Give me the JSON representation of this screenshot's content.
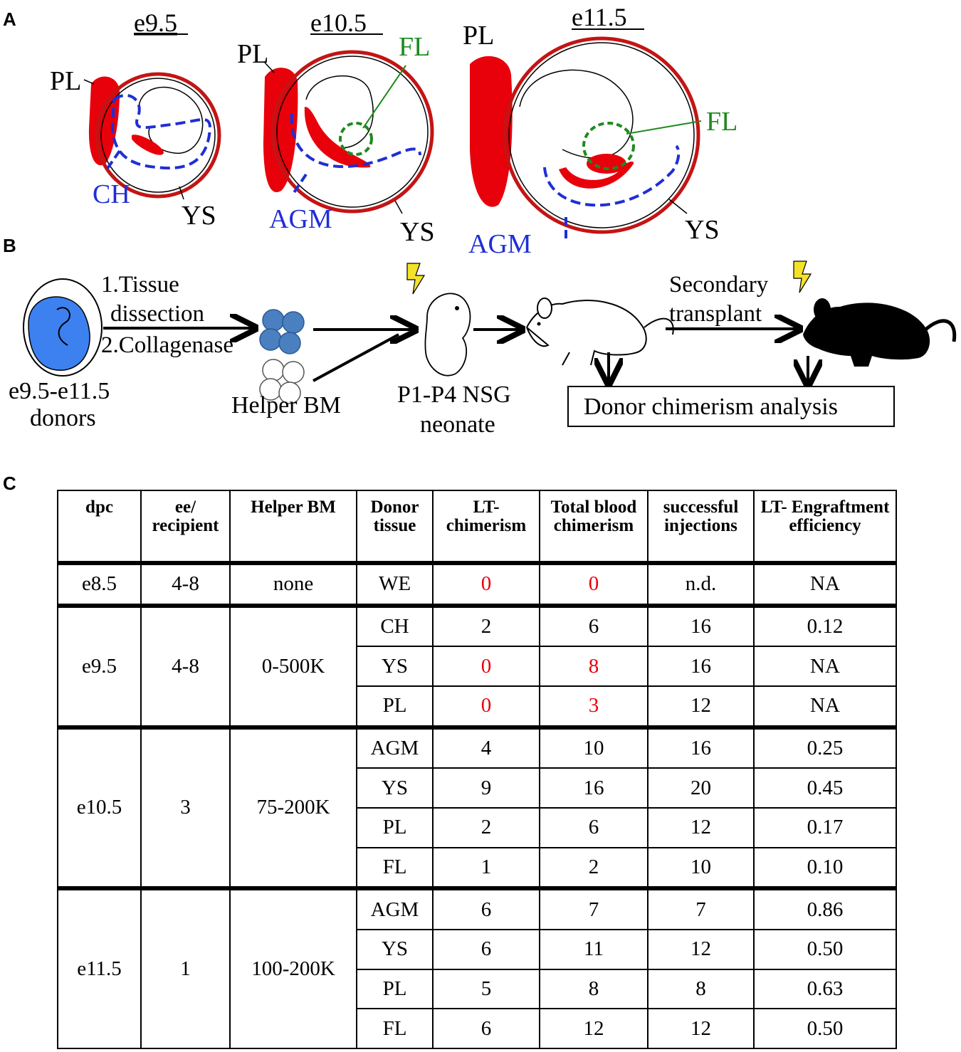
{
  "panels": {
    "a": "A",
    "b": "B",
    "c": "C"
  },
  "panel_a": {
    "stage_labels": [
      "e9.5",
      "e10.5",
      "e11.5"
    ],
    "tissue_labels": {
      "pl": "PL",
      "ch": "CH",
      "ys": "YS",
      "agm": "AGM",
      "fl": "FL"
    }
  },
  "panel_b": {
    "donor_label": [
      "e9.5-e11.5",
      "donors"
    ],
    "steps": [
      "1.Tissue",
      "dissection",
      "2.Collagenase"
    ],
    "helper_label": "Helper BM",
    "neonate_label": [
      "P1-P4 NSG",
      "neonate"
    ],
    "secondary_label": [
      "Secondary",
      "transplant"
    ],
    "analysis_label": "Donor chimerism analysis"
  },
  "colors": {
    "red": "#e8000b",
    "blue": "#1f2ed6",
    "green": "#1e8a1e",
    "donor_blue": "#3d80f0",
    "cell_blue": "#4a7fc0"
  },
  "table": {
    "headers": [
      "dpc",
      "ee/ recipient",
      "Helper BM",
      "Donor tissue",
      "LT- chimerism",
      "Total blood chimerism",
      "successful injections",
      "LT- Engraftment efficiency"
    ],
    "groups": [
      {
        "dpc": "e8.5",
        "ee": "4-8",
        "helper": "none",
        "rows": [
          {
            "tissue": "WE",
            "lt": "0",
            "total": "0",
            "inj": "n.d.",
            "eff": "NA",
            "red": true
          }
        ]
      },
      {
        "dpc": "e9.5",
        "ee": "4-8",
        "helper": "0-500K",
        "rows": [
          {
            "tissue": "CH",
            "lt": "2",
            "total": "6",
            "inj": "16",
            "eff": "0.12",
            "red": false
          },
          {
            "tissue": "YS",
            "lt": "0",
            "total": "8",
            "inj": "16",
            "eff": "NA",
            "red": true
          },
          {
            "tissue": "PL",
            "lt": "0",
            "total": "3",
            "inj": "12",
            "eff": "NA",
            "red": true
          }
        ]
      },
      {
        "dpc": "e10.5",
        "ee": "3",
        "helper": "75-200K",
        "rows": [
          {
            "tissue": "AGM",
            "lt": "4",
            "total": "10",
            "inj": "16",
            "eff": "0.25",
            "red": false
          },
          {
            "tissue": "YS",
            "lt": "9",
            "total": "16",
            "inj": "20",
            "eff": "0.45",
            "red": false
          },
          {
            "tissue": "PL",
            "lt": "2",
            "total": "6",
            "inj": "12",
            "eff": "0.17",
            "red": false
          },
          {
            "tissue": "FL",
            "lt": "1",
            "total": "2",
            "inj": "10",
            "eff": "0.10",
            "red": false
          }
        ]
      },
      {
        "dpc": "e11.5",
        "ee": "1",
        "helper": "100-200K",
        "rows": [
          {
            "tissue": "AGM",
            "lt": "6",
            "total": "7",
            "inj": "7",
            "eff": "0.86",
            "red": false
          },
          {
            "tissue": "YS",
            "lt": "6",
            "total": "11",
            "inj": "12",
            "eff": "0.50",
            "red": false
          },
          {
            "tissue": "PL",
            "lt": "5",
            "total": "8",
            "inj": "8",
            "eff": "0.63",
            "red": false
          },
          {
            "tissue": "FL",
            "lt": "6",
            "total": "12",
            "inj": "12",
            "eff": "0.50",
            "red": false
          }
        ]
      }
    ]
  }
}
